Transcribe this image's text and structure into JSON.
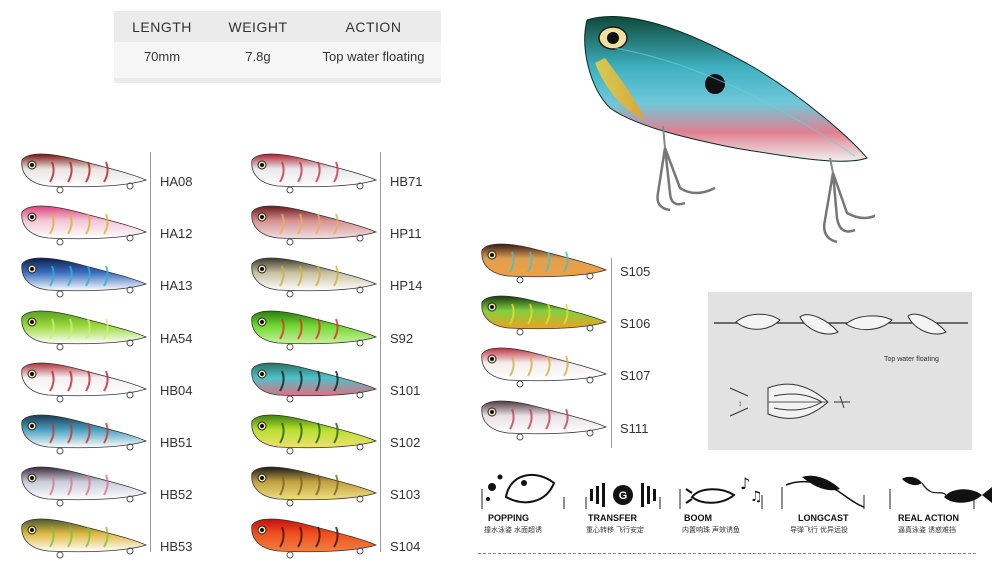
{
  "specs": {
    "headers": [
      "LENGTH",
      "WEIGHT",
      "ACTION"
    ],
    "values": [
      "70mm",
      "7.8g",
      "Top water floating"
    ]
  },
  "columns": [
    {
      "items": [
        {
          "code": "HA08",
          "body": "#e8e4e0",
          "back": "#7a1010",
          "belly": "#ffffff",
          "accent": "#b02020"
        },
        {
          "code": "HA12",
          "body": "#f2c6d8",
          "back": "#e0407a",
          "belly": "#ffffff",
          "accent": "#e0b030"
        },
        {
          "code": "HA13",
          "body": "#3a6fc0",
          "back": "#0d1e4a",
          "belly": "#ffffff",
          "accent": "#30b0d0"
        },
        {
          "code": "HA54",
          "body": "#9ad83a",
          "back": "#5aa020",
          "belly": "#ffffff",
          "accent": "#c8f070"
        },
        {
          "code": "HB04",
          "body": "#f4f0f0",
          "back": "#b0303a",
          "belly": "#ffffff",
          "accent": "#c02030"
        },
        {
          "code": "HB51",
          "body": "#4aa0c0",
          "back": "#1a3a50",
          "belly": "#ffffff",
          "accent": "#d03030"
        },
        {
          "code": "HB52",
          "body": "#c8ccd8",
          "back": "#3a2a3a",
          "belly": "#ffffff",
          "accent": "#e07090"
        },
        {
          "code": "HB53",
          "body": "#e0b840",
          "back": "#4a5a30",
          "belly": "#ffffff",
          "accent": "#80c040"
        }
      ]
    },
    {
      "items": [
        {
          "code": "HB71",
          "body": "#e8e8ec",
          "back": "#b02030",
          "belly": "#ffffff",
          "accent": "#cc3040"
        },
        {
          "code": "HP11",
          "body": "#d89090",
          "back": "#6a1a1a",
          "belly": "#f0e0e0",
          "accent": "#e0b060"
        },
        {
          "code": "HP14",
          "body": "#c8c0a0",
          "back": "#3a3a2a",
          "belly": "#ffffff",
          "accent": "#d0b040"
        },
        {
          "code": "S92",
          "body": "#70d830",
          "back": "#2a7a10",
          "belly": "#c8f0a0",
          "accent": "#e03020"
        },
        {
          "code": "S101",
          "body": "#50c0c8",
          "back": "#2a7060",
          "belly": "#e07080",
          "accent": "#102020"
        },
        {
          "code": "S102",
          "body": "#b8e030",
          "back": "#408010",
          "belly": "#f0e070",
          "accent": "#206010"
        },
        {
          "code": "S103",
          "body": "#c0a040",
          "back": "#1a1a1a",
          "belly": "#f0e080",
          "accent": "#806020"
        },
        {
          "code": "S104",
          "body": "#f05020",
          "back": "#c01010",
          "belly": "#f08040",
          "accent": "#401010"
        }
      ]
    },
    {
      "items": [
        {
          "code": "S105",
          "body": "#e0a050",
          "back": "#3a1a1a",
          "belly": "#f0a040",
          "accent": "#40c0e0"
        },
        {
          "code": "S106",
          "body": "#80d040",
          "back": "#1a3a10",
          "belly": "#f0a020",
          "accent": "#e0e030"
        },
        {
          "code": "S107",
          "body": "#f4ecec",
          "back": "#c03040",
          "belly": "#ffffff",
          "accent": "#d0b040"
        },
        {
          "code": "S111",
          "body": "#e8e0e4",
          "back": "#503a40",
          "belly": "#ffffff",
          "accent": "#c04050"
        }
      ]
    }
  ],
  "action_panel": {
    "caption": "Top water floating"
  },
  "features": [
    {
      "title": "POPPING",
      "sub": "撞水泳姿  水面超诱"
    },
    {
      "title": "TRANSFER",
      "sub": "重心转移  飞行安定"
    },
    {
      "title": "BOOM",
      "sub": "内置响珠  声效诱鱼"
    },
    {
      "title": "LONGCAST",
      "sub": "导弹飞行  优异远投"
    },
    {
      "title": "REAL ACTION",
      "sub": "逼真泳姿  诱惑难挡"
    }
  ]
}
